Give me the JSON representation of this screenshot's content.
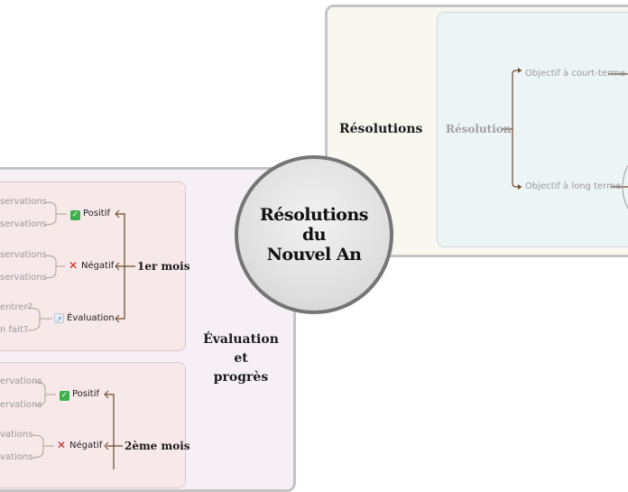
{
  "center": {
    "title_line1": "Résolutions",
    "title_line2": "du",
    "title_line3": "Nouvel An"
  },
  "resolutions": {
    "label": "Résolutions",
    "sub_label": "Résolution",
    "short_term": "Objectif à court-terme",
    "long_term": "Objectif à long terme"
  },
  "evaluation": {
    "label_line1": "Évaluation",
    "label_line2": "et",
    "label_line3": "progrès",
    "month1": {
      "label": "1er mois",
      "positive": "Positif",
      "negative": "Négatif",
      "evaluation": "Évaluation",
      "pos_obs1": "servations",
      "pos_obs2": "servations",
      "neg_obs1": "servations",
      "neg_obs2": "servations",
      "eval_q1": "entrer?",
      "eval_q2": "n fait?"
    },
    "month2": {
      "label": "2ème mois",
      "positive": "Positif",
      "negative": "Négatif",
      "pos_obs1": "ervations",
      "pos_obs2": "ervations",
      "neg_obs1": "vations",
      "neg_obs2": "vations"
    }
  },
  "colors": {
    "connector": "#6b4a2a",
    "center_border": "#757575",
    "resolution_panel": "#edf4f6",
    "evaluation_panel": "#f7e8ea"
  },
  "icons": {
    "positive": "check-icon",
    "negative": "cross-icon",
    "evaluation": "chart-icon"
  }
}
